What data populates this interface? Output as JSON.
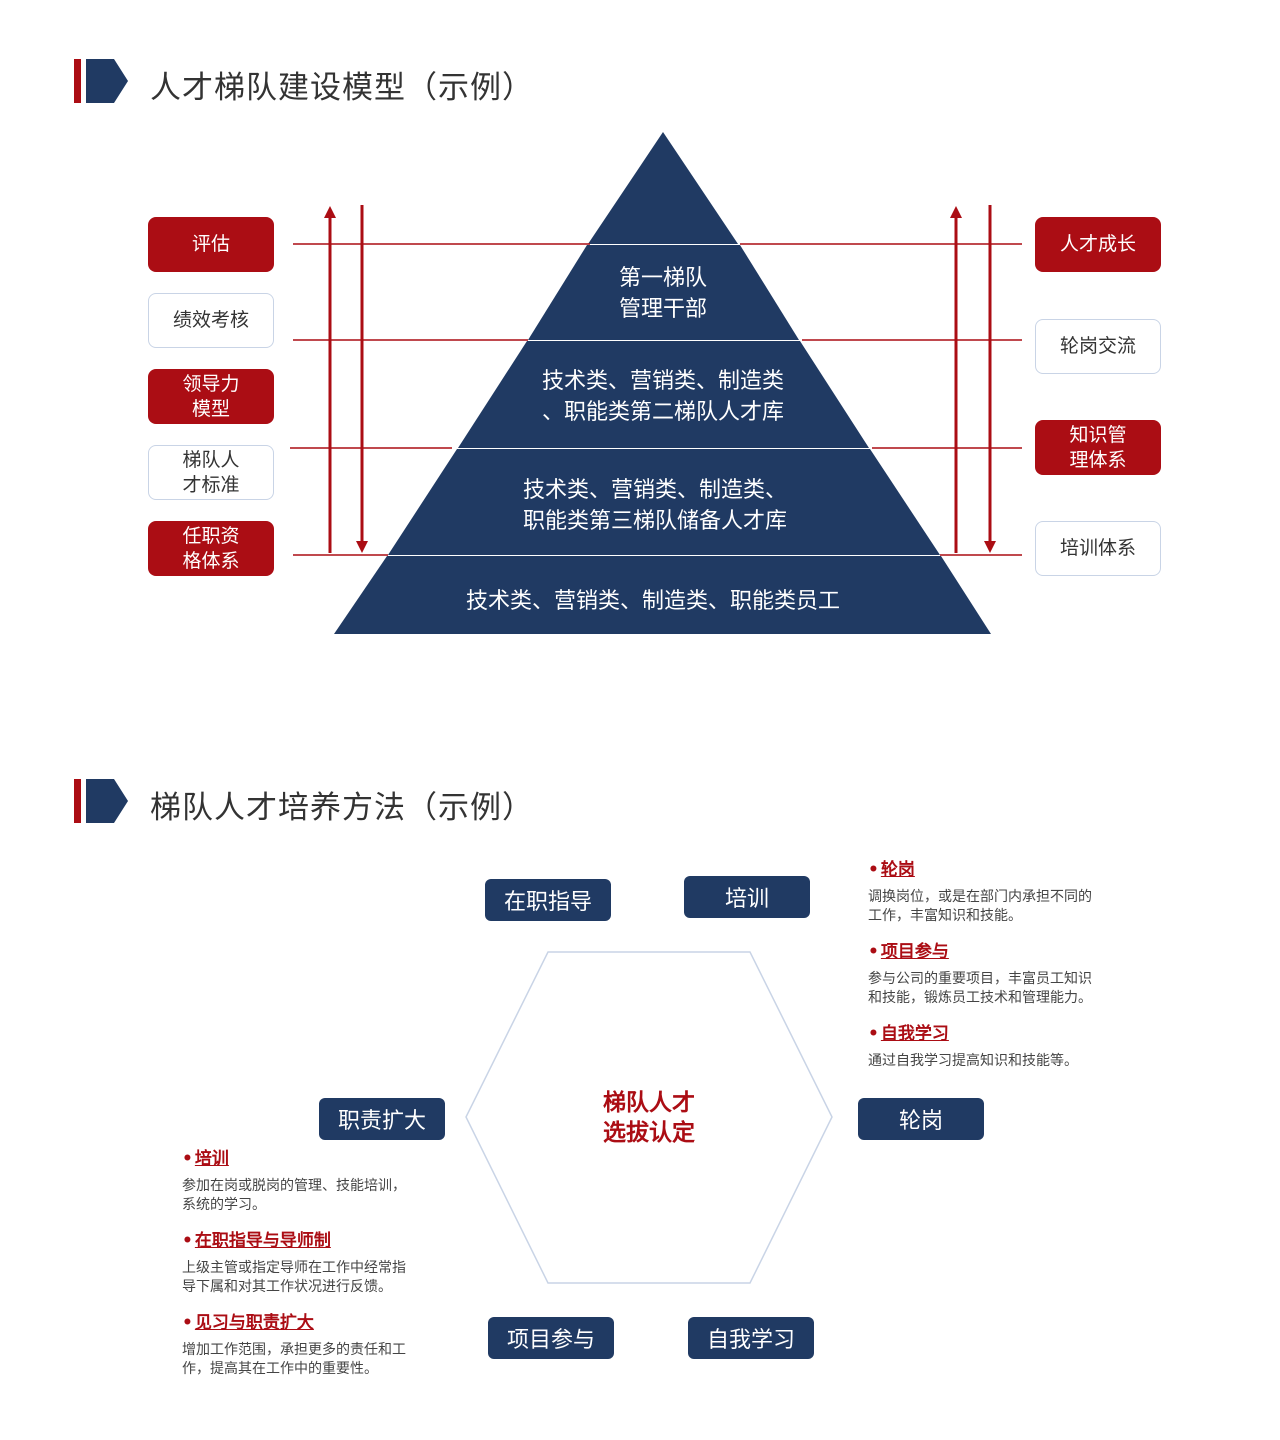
{
  "colors": {
    "navy": "#203a63",
    "red": "#ab0d14",
    "box_border": "#c9d4e6"
  },
  "section1": {
    "title": "人才梯队建设模型（示例）",
    "left_boxes": [
      {
        "label": "评估",
        "style": "red"
      },
      {
        "label": "绩效考核",
        "style": "white"
      },
      {
        "label": "领导力\n模型",
        "style": "red"
      },
      {
        "label": "梯队人\n才标准",
        "style": "white"
      },
      {
        "label": "任职资\n格体系",
        "style": "red"
      }
    ],
    "right_boxes": [
      {
        "label": "人才成长",
        "style": "red"
      },
      {
        "label": "轮岗交流",
        "style": "white"
      },
      {
        "label": "知识管\n理体系",
        "style": "red"
      },
      {
        "label": "培训体系",
        "style": "white"
      }
    ],
    "pyramid_levels": [
      {
        "text": "第一梯队\n管理干部"
      },
      {
        "text": "技术类、营销类、制造类\n、职能类第二梯队人才库"
      },
      {
        "text": "技术类、营销类、制造类、\n职能类第三梯队储备人才库"
      },
      {
        "text": "技术类、营销类、制造类、职能类员工"
      }
    ]
  },
  "section2": {
    "title": "梯队人才培养方法（示例）",
    "center_label": "梯队人才\n选拔认定",
    "methods": [
      {
        "label": "在职指导"
      },
      {
        "label": "培训"
      },
      {
        "label": "职责扩大"
      },
      {
        "label": "轮岗"
      },
      {
        "label": "项目参与"
      },
      {
        "label": "自我学习"
      }
    ],
    "right_descriptions": [
      {
        "heading": "轮岗",
        "text": "调换岗位，或是在部门内承担不同的\n工作，丰富知识和技能。"
      },
      {
        "heading": "项目参与",
        "text": "参与公司的重要项目，丰富员工知识\n和技能，锻炼员工技术和管理能力。"
      },
      {
        "heading": "自我学习",
        "text": "通过自我学习提高知识和技能等。"
      }
    ],
    "left_descriptions": [
      {
        "heading": "培训",
        "text": "参加在岗或脱岗的管理、技能培训，\n系统的学习。"
      },
      {
        "heading": "在职指导与导师制",
        "text": "上级主管或指定导师在工作中经常指\n导下属和对其工作状况进行反馈。"
      },
      {
        "heading": "见习与职责扩大",
        "text": "增加工作范围，承担更多的责任和工\n作，提高其在工作中的重要性。"
      }
    ]
  }
}
